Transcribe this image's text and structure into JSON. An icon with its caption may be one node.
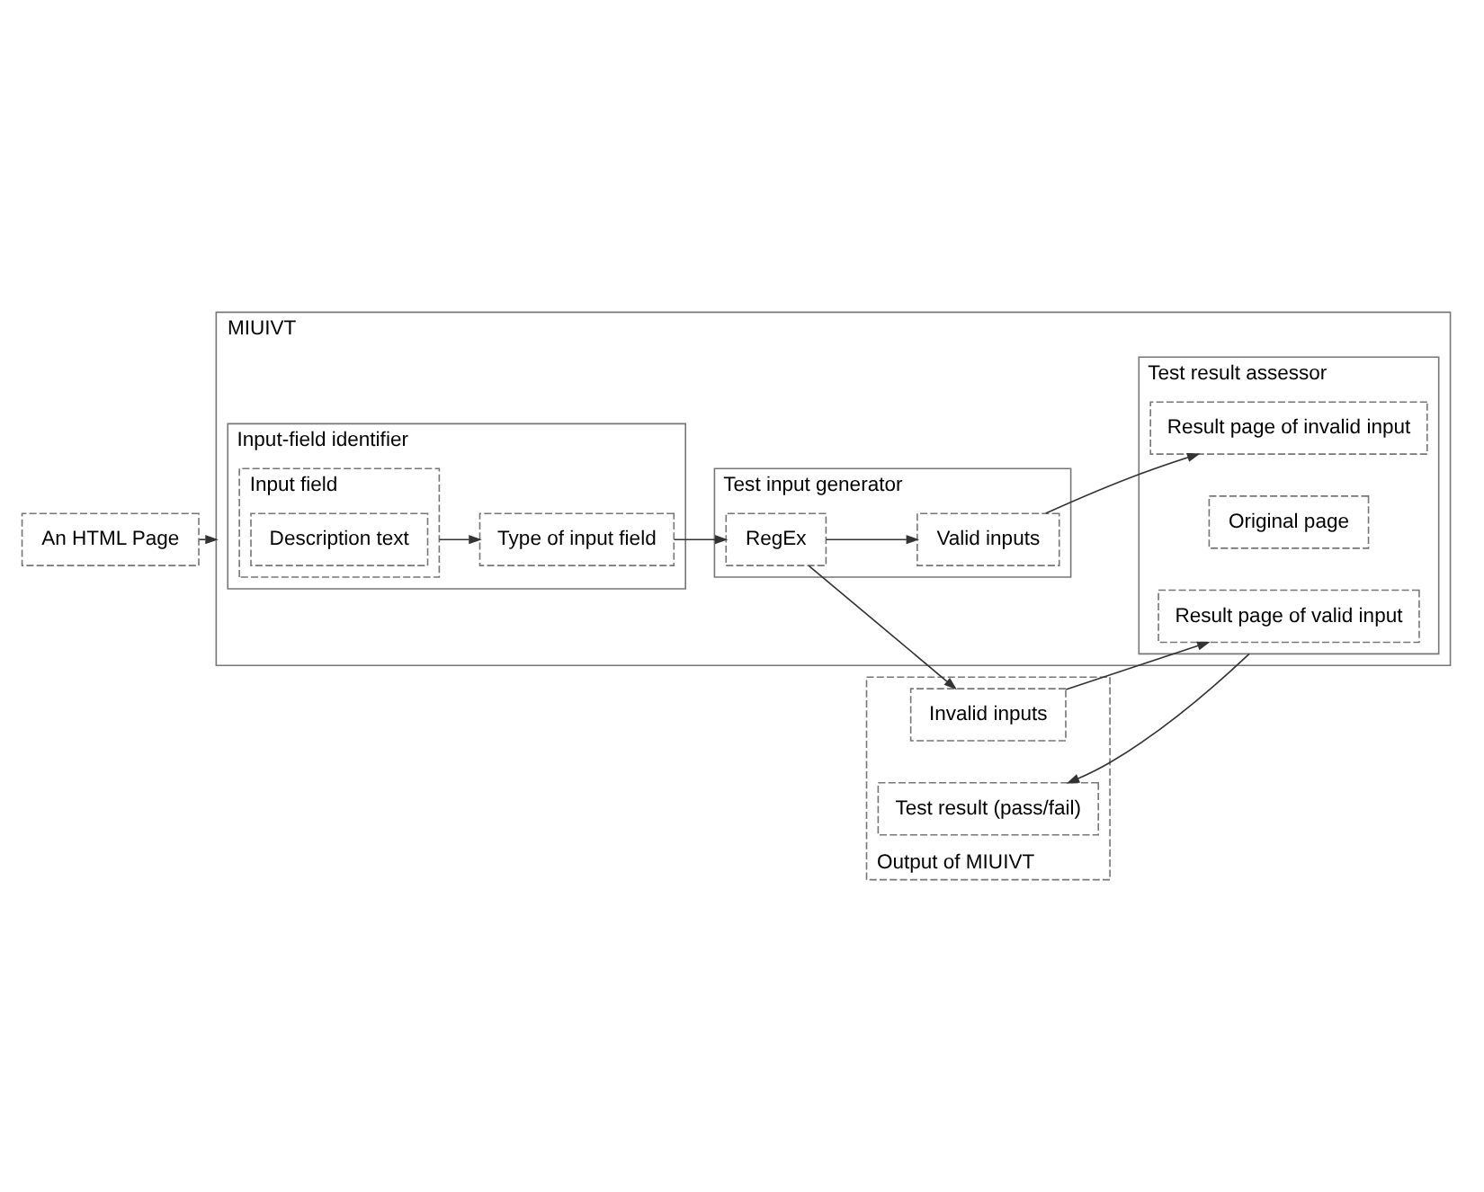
{
  "diagram": {
    "nodes": [
      {
        "text": [
          "An HTML Page"
        ]
      },
      {
        "text": [
          "MIUIVT"
        ]
      },
      {
        "text": [
          "Input-field identifier"
        ],
        "in": 1
      },
      {
        "text": [
          "Input field"
        ],
        "in": 2
      },
      {
        "text": [
          "Description text"
        ],
        "in": 3
      },
      {
        "text": [
          "Type of input field"
        ],
        "in": 2
      },
      {
        "text": [
          "Test input generator"
        ],
        "in": 1
      },
      {
        "text": [
          "Valid inputs"
        ],
        "in": 6
      },
      {
        "text": [
          "RegEx"
        ],
        "in": 6
      },
      {
        "text": [
          "Test result assessor"
        ],
        "in": 1
      },
      {
        "text": [
          "Result page of invalid input"
        ],
        "in": 9
      },
      {
        "text": [
          "Original page"
        ],
        "in": 9
      },
      {
        "text": [
          "Result page of valid input"
        ],
        "in": 9
      },
      {
        "text": [
          "Output of MIUIVT"
        ]
      },
      {
        "text": [
          "Invalid inputs"
        ],
        "in": 13
      },
      {
        "text": [
          "Test result (pass/fail)"
        ],
        "in": 13
      }
    ],
    "edges": [
      {
        "from": 0,
        "to": 1,
        "arrow": "to"
      },
      {
        "from": 3,
        "to": 5,
        "arrow": "to"
      },
      {
        "from": 5,
        "to": 8,
        "arrow": "to"
      },
      {
        "from": 8,
        "to": 7,
        "arrow": "to"
      },
      {
        "from": 7,
        "to": 10,
        "arrow": "to"
      },
      {
        "from": 8,
        "to": 14,
        "arrow": "to"
      },
      {
        "from": 14,
        "to": 12,
        "arrow": "to"
      },
      {
        "from": 9,
        "to": 15,
        "arrow": "to"
      }
    ]
  }
}
